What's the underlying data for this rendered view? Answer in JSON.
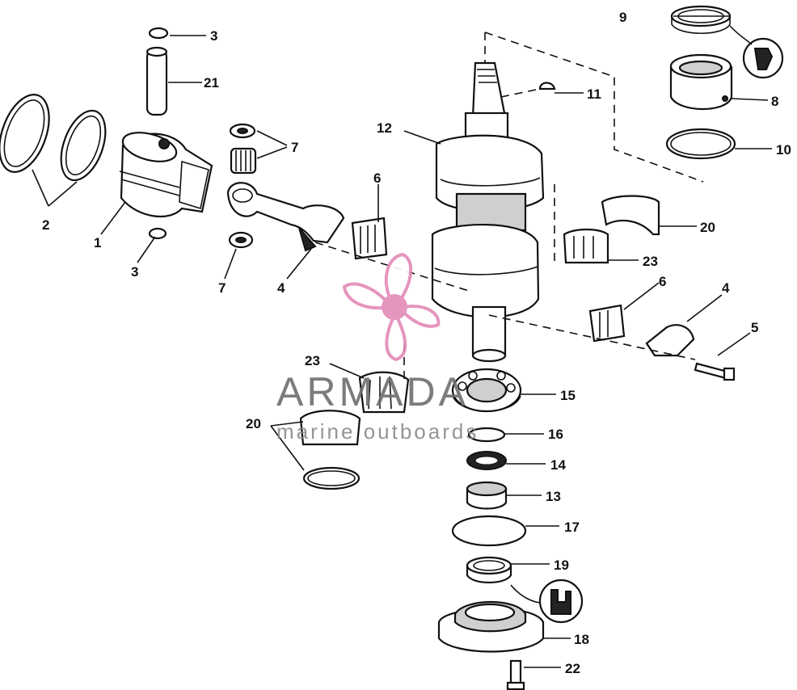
{
  "watermark": {
    "brand": "ARMADA",
    "tagline": "marine outboards",
    "logo_color": "#e38ab8",
    "text_color": "#6e6e6e"
  },
  "callouts": {
    "c1": "1",
    "c2": "2",
    "c3a": "3",
    "c3b": "3",
    "c4a": "4",
    "c4b": "4",
    "c5": "5",
    "c6a": "6",
    "c6b": "6",
    "c7a": "7",
    "c7b": "7",
    "c8": "8",
    "c9": "9",
    "c10": "10",
    "c11": "11",
    "c12": "12",
    "c13": "13",
    "c14": "14",
    "c15": "15",
    "c16": "16",
    "c17": "17",
    "c18": "18",
    "c19": "19",
    "c20a": "20",
    "c20b": "20",
    "c21": "21",
    "c22": "22",
    "c23a": "23",
    "c23b": "23"
  }
}
